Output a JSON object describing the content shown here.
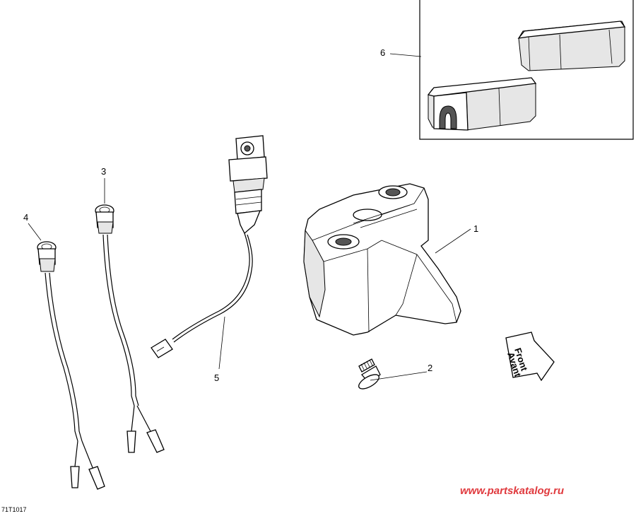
{
  "callouts": [
    {
      "id": "1",
      "label": "1"
    },
    {
      "id": "2",
      "label": "2"
    },
    {
      "id": "3",
      "label": "3"
    },
    {
      "id": "4",
      "label": "4"
    },
    {
      "id": "5",
      "label": "5"
    },
    {
      "id": "6",
      "label": "6"
    }
  ],
  "arrow": {
    "line1": "Front",
    "line2": "Avant"
  },
  "reference_code": "71T1017",
  "watermark": "www.partskatalog.ru",
  "colors": {
    "watermark": "#e03a3e",
    "line": "#000000",
    "background": "#ffffff"
  }
}
